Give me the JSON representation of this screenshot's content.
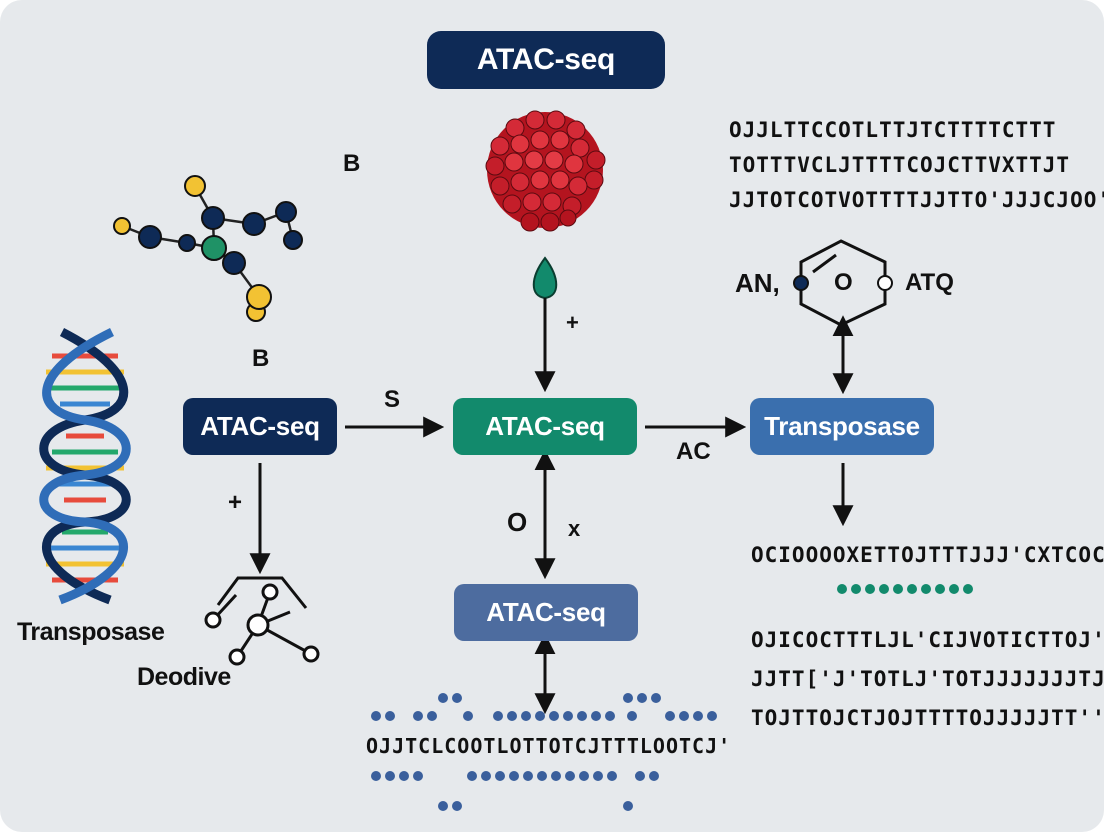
{
  "title": "ATAC-seq",
  "nodes": {
    "left_box": "ATAC-seq",
    "center_box": "ATAC-seq",
    "right_box": "Transposase",
    "bottom_box": "ATAC-seq"
  },
  "labels": {
    "b_upper": "B",
    "b_lower": "B",
    "s": "S",
    "ac": "AC",
    "plus_top": "+",
    "plus_left": "+",
    "o_mid": "O",
    "x_mid": "x",
    "an": "AN,",
    "o_ring": "O",
    "atq": "ATQ",
    "transposase_dna": "Transposase",
    "deodive": "Deodive"
  },
  "code_blocks": {
    "top_right": [
      "OJJLTTCCOTLTTJTCTTTTCTTT",
      "TOTTTVCLJTTTTCOJCTTVXTTJT",
      "JJTOTCOTVOTTTTJJTTO'JJJCJOO'"
    ],
    "mid_right": "OCIOOOOXETTOJTTTJJJ'CXTCOC",
    "bottom_right": [
      "OJICOCTTTLJL'CIJVOTICTTOJ'",
      "JJTT['J'TOTLJ'TOTJJJJJJJTJ",
      "TOJTTOJCTJOJTTTTOJJJJJTT''"
    ],
    "bottom_center": "OJJTCLCOOTLOTTOTCJTTTLOOTCJ'"
  },
  "colors": {
    "navy": "#0e2a56",
    "green": "#128a6c",
    "blue": "#3a6fae",
    "slate": "#4d6c9f",
    "red": "#c8202e",
    "yellow": "#f2c233"
  }
}
